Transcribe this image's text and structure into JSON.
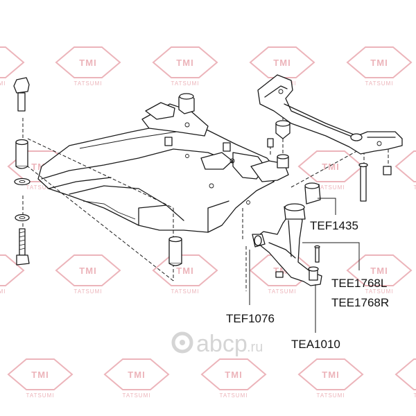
{
  "watermark": {
    "badge_text": "TMI",
    "brand_text": "TATSUMI",
    "color": "#e9a7ae"
  },
  "site_watermark": {
    "main": "abcp",
    "suffix": ".ru",
    "color": "#d5d5d5"
  },
  "callouts": {
    "tef1435": "TEF1435",
    "tee1768l": "TEE1768L",
    "tee1768r": "TEE1768R",
    "tef1076": "TEF1076",
    "tea1010": "TEA1010"
  }
}
